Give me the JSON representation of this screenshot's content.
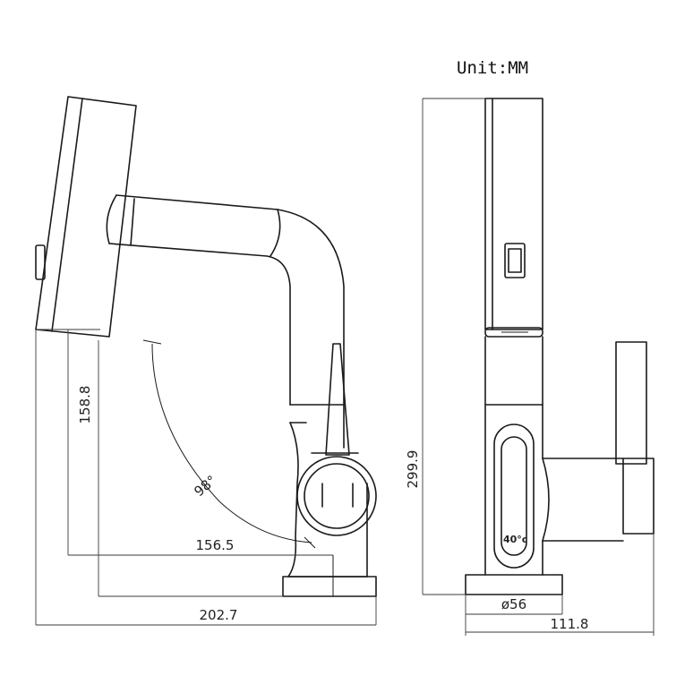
{
  "unit_label": "Unit:MM",
  "side_view": {
    "height_under_spout": "158.8",
    "rotation_angle": "98°",
    "spout_reach": "156.5",
    "total_depth": "202.7"
  },
  "front_view": {
    "total_height": "299.9",
    "base_diameter": "ø56",
    "total_width": "111.8",
    "temperature_display": "40°c"
  }
}
